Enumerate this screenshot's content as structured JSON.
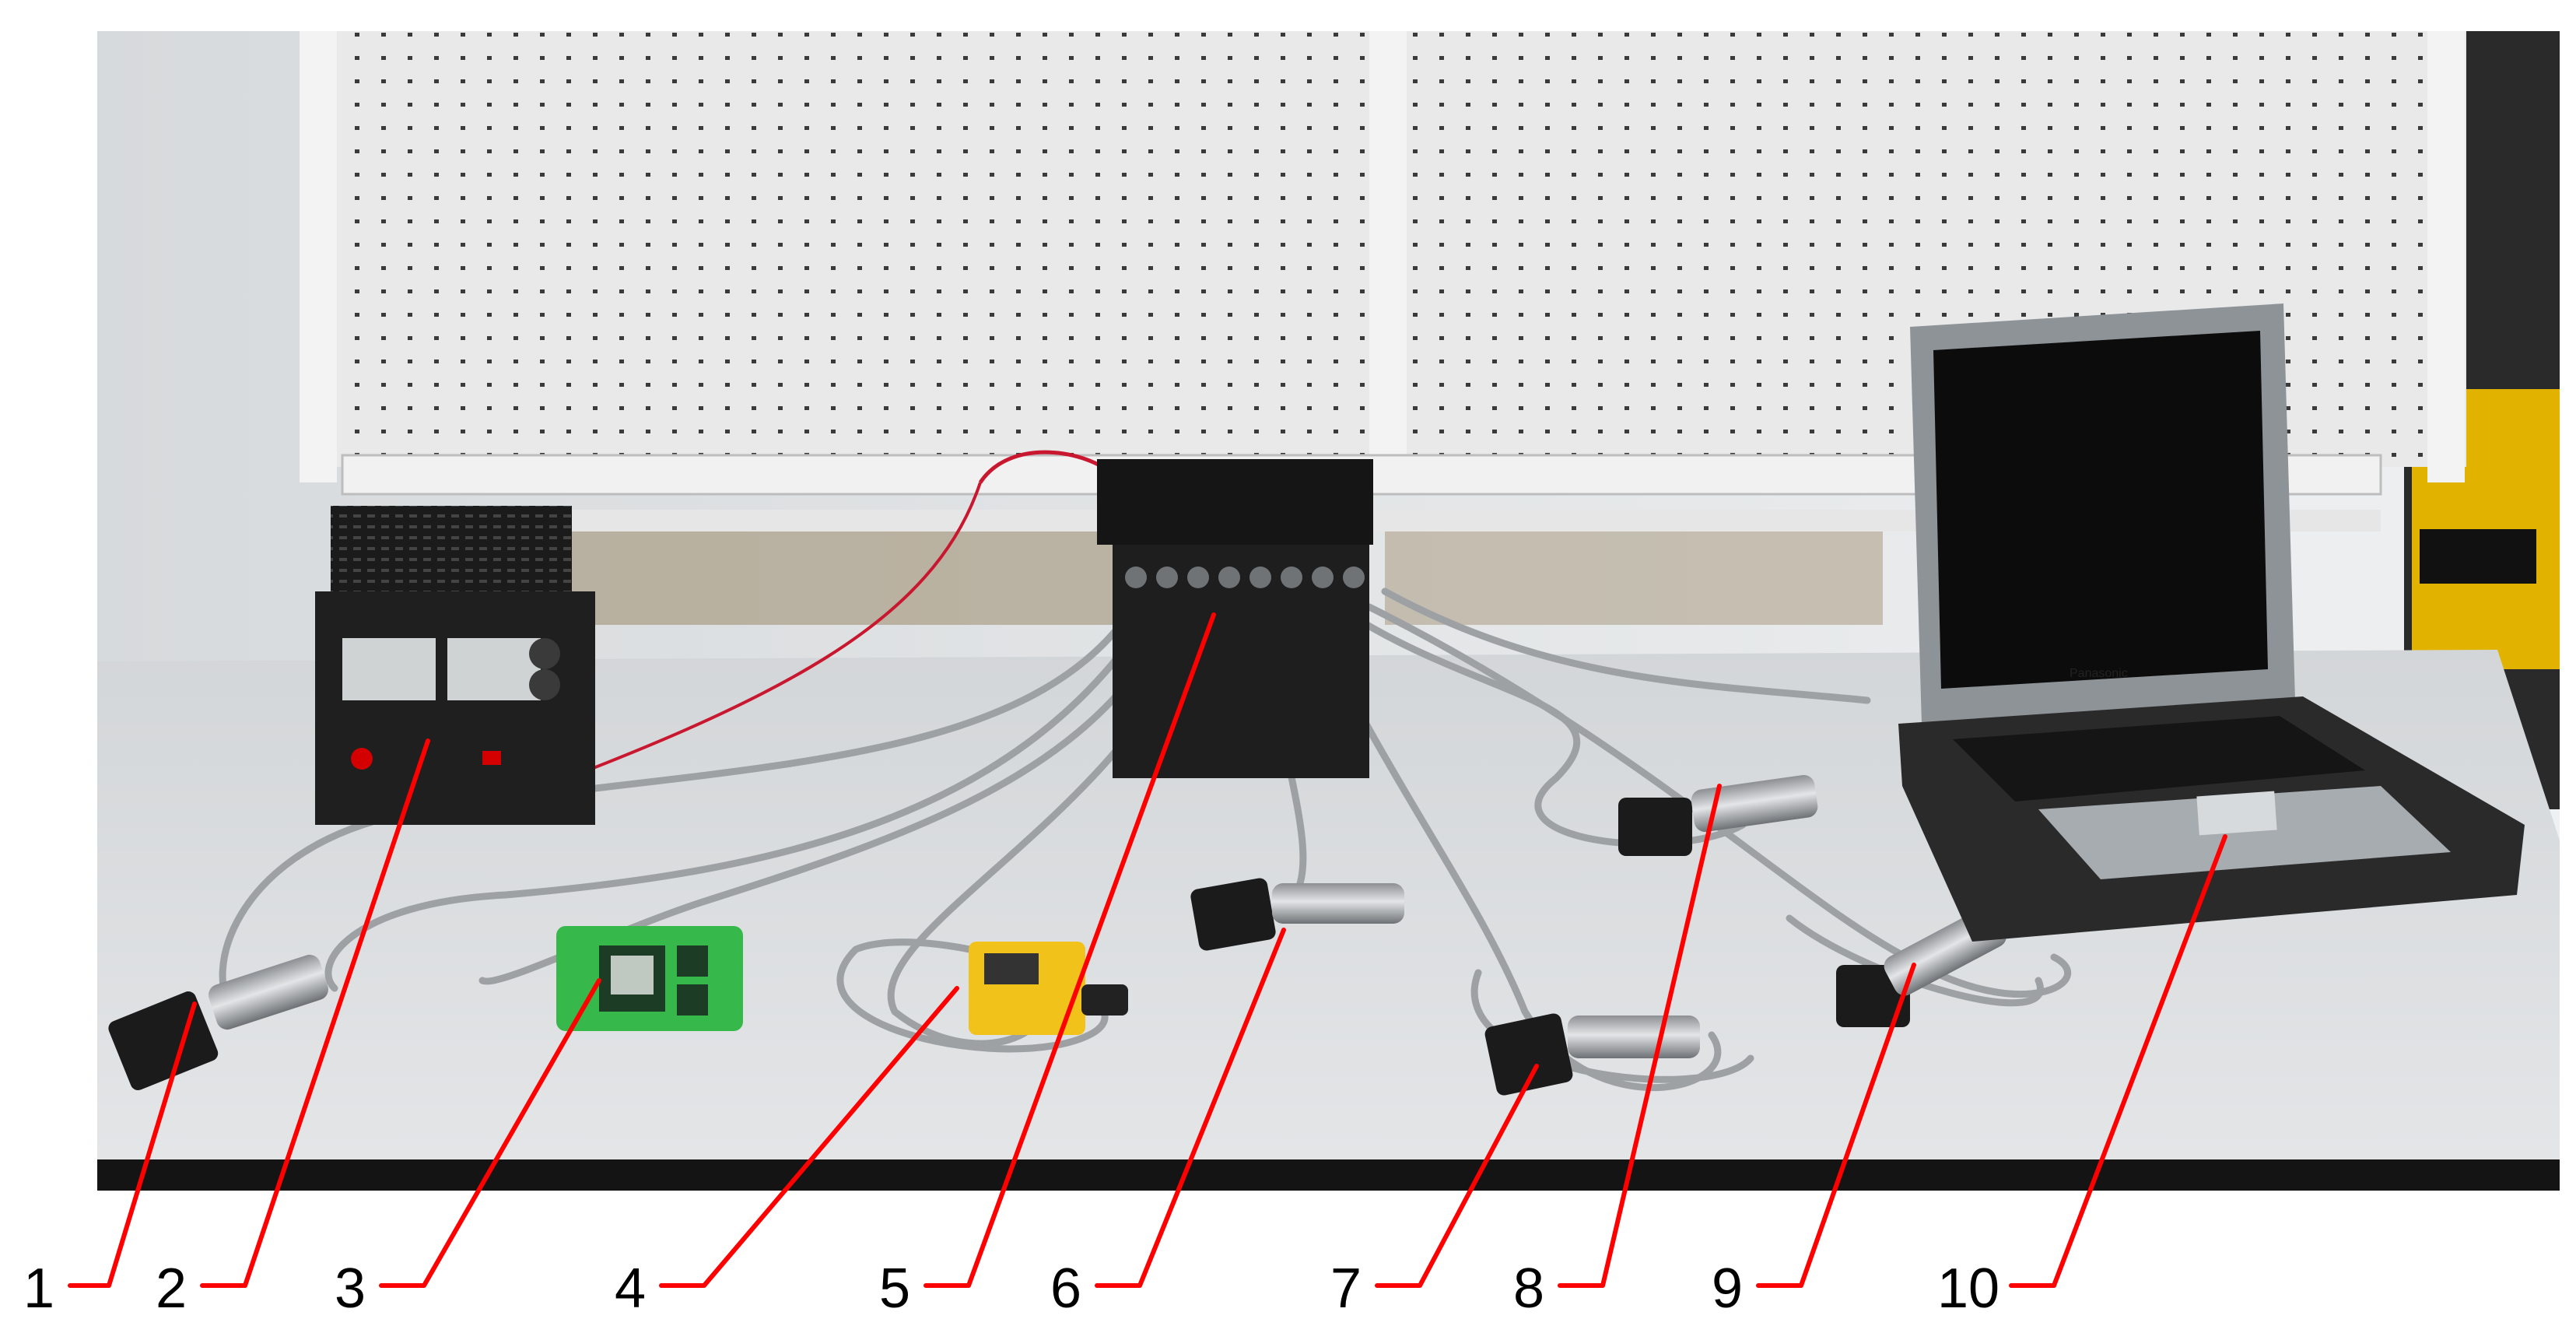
{
  "figure": {
    "labels": [
      "1",
      "2",
      "3",
      "4",
      "5",
      "6",
      "7",
      "8",
      "9",
      "10"
    ],
    "laptop_brand": "Panasonic"
  },
  "colors": {
    "leader_line": "#ff0000",
    "label_text": "#000000",
    "background": "#ffffff"
  }
}
